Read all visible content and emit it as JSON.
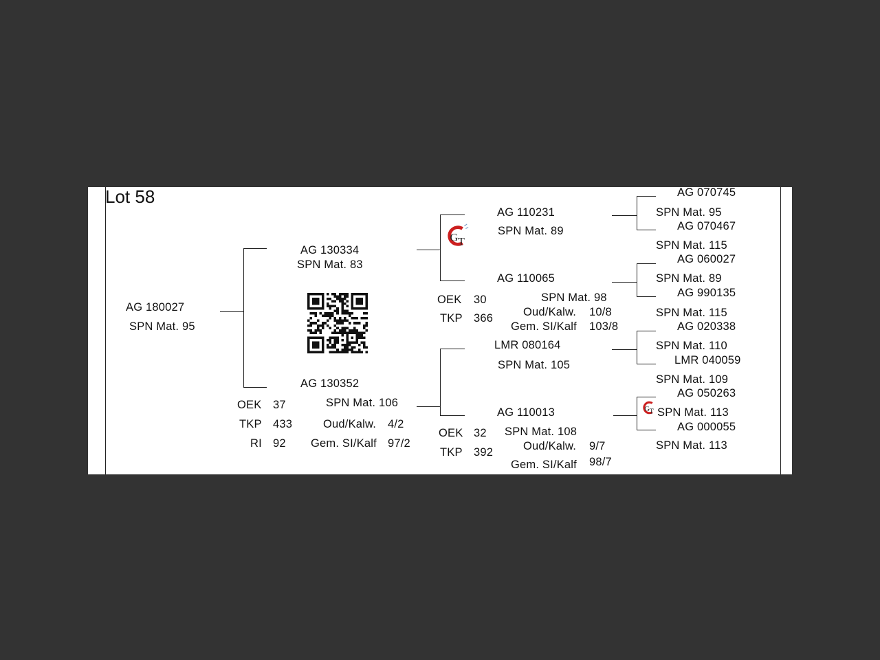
{
  "lot": {
    "title": "Lot 58"
  },
  "subject": {
    "id": "AG  180027",
    "spn": "SPN Mat. 95"
  },
  "sire": {
    "id": "AG  130334",
    "spn": "SPN Mat. 83"
  },
  "dam": {
    "id": "AG  130352",
    "spn": "SPN Mat. 106",
    "stats": {
      "oek_label": "OEK",
      "oek": "37",
      "tkp_label": "TKP",
      "tkp": "433",
      "ri_label": "RI",
      "ri": "92"
    },
    "calving": {
      "oud_label": "Oud/Kalw.",
      "oud": "4/2",
      "gem_label": "Gem. SI/Kalf",
      "gem": "97/2"
    }
  },
  "paternal_grandsire": {
    "id": "AG  110231",
    "spn": "SPN Mat. 89"
  },
  "paternal_granddam": {
    "id": "AG  110065",
    "spn": "SPN Mat. 98",
    "stats": {
      "oek_label": "OEK",
      "oek": "30",
      "tkp_label": "TKP",
      "tkp": "366"
    },
    "calving": {
      "oud_label": "Oud/Kalw.",
      "oud": "10/8",
      "gem_label": "Gem. SI/Kalf",
      "gem": "103/8"
    }
  },
  "maternal_grandsire": {
    "id": "LMR 080164",
    "spn": "SPN Mat. 105"
  },
  "maternal_granddam": {
    "id": "AG  110013",
    "spn": "SPN Mat. 108",
    "stats": {
      "oek_label": "OEK",
      "oek": "32",
      "tkp_label": "TKP",
      "tkp": "392"
    },
    "calving": {
      "oud_label": "Oud/Kalw.",
      "oud": "9/7",
      "gem_label": "Gem. SI/Kalf",
      "gem": "98/7"
    }
  },
  "great_grandparents": [
    {
      "id": "AG  070745",
      "spn": "SPN Mat. 95"
    },
    {
      "id": "AG  070467",
      "spn": "SPN Mat. 115"
    },
    {
      "id": "AG  060027",
      "spn": "SPN Mat. 89"
    },
    {
      "id": "AG  990135",
      "spn": "SPN Mat. 115"
    },
    {
      "id": "AG  020338",
      "spn": "SPN Mat. 110"
    },
    {
      "id": "LMR 040059",
      "spn": "SPN Mat. 109"
    },
    {
      "id": "AG  050263",
      "spn": "SPN Mat. 113"
    },
    {
      "id": "AG  000055",
      "spn": "SPN Mat. 113"
    }
  ],
  "logos": {
    "mark_text": "GT",
    "accent": "#cc1f1f"
  }
}
